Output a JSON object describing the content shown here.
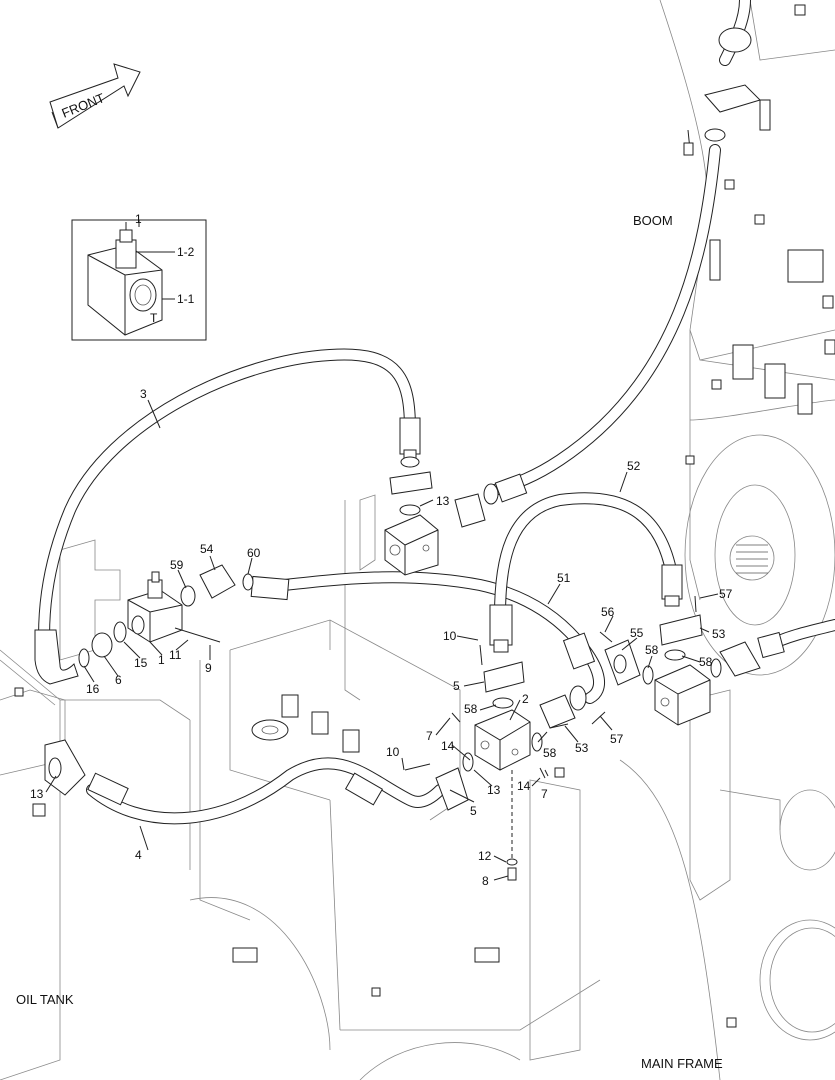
{
  "front_arrow": {
    "text": "FRONT"
  },
  "areas": {
    "boom": "BOOM",
    "oil_tank": "OIL TANK",
    "main_frame": "MAIN FRAME"
  },
  "inset": {
    "part": "1",
    "cartridge": "1-2",
    "body": "1-1",
    "port_mark": "T"
  },
  "callouts": {
    "c3": "3",
    "c4": "4",
    "c52": "52",
    "c51": "51",
    "c13_top": "13",
    "c13_mid": "13",
    "c13_left": "13",
    "c54": "54",
    "c60": "60",
    "c59": "59",
    "c16": "16",
    "c6": "6",
    "c15": "15",
    "c1": "1",
    "c11": "11",
    "c9": "9",
    "c10_top": "10",
    "c10_bot": "10",
    "c5_top": "5",
    "c5_bot": "5",
    "c58_a": "58",
    "c58_b": "58",
    "c58_c": "58",
    "c58_d": "58",
    "c2": "2",
    "c7_a": "7",
    "c7_b": "7",
    "c14_a": "14",
    "c14_b": "14",
    "c56": "56",
    "c55": "55",
    "c57_a": "57",
    "c57_b": "57",
    "c53_a": "53",
    "c53_b": "53",
    "c12": "12",
    "c8": "8"
  }
}
